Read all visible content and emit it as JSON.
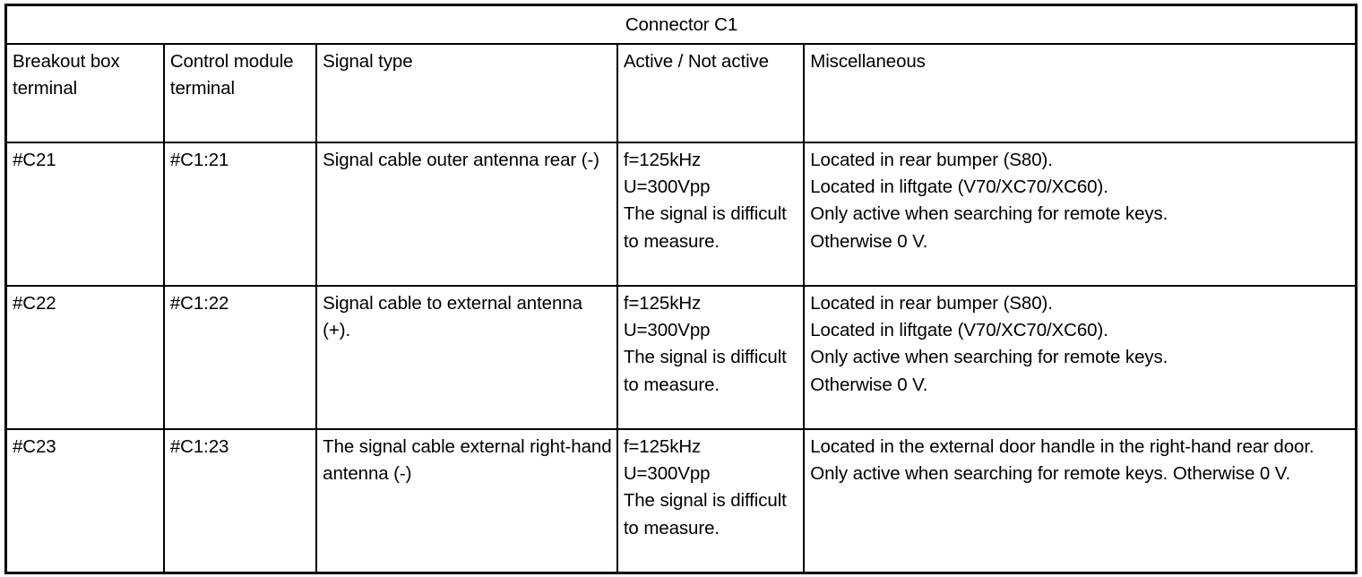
{
  "table": {
    "title": "Connector C1",
    "columns": [
      "Breakout box terminal",
      "Control module terminal",
      "Signal type",
      "Active / Not active",
      "Miscellaneous"
    ],
    "rows": [
      {
        "breakout_box_terminal": "#C21",
        "control_module_terminal": "#C1:21",
        "signal_type": "Signal cable outer antenna rear (-)",
        "active_not_active": "f=125kHz\nU=300Vpp\nThe signal is difficult to measure.",
        "miscellaneous": "Located in rear bumper (S80).\nLocated in liftgate (V70/XC70/XC60).\nOnly active when searching for remote keys.\nOtherwise 0 V."
      },
      {
        "breakout_box_terminal": "#C22",
        "control_module_terminal": "#C1:22",
        "signal_type": "Signal cable to external antenna (+).",
        "active_not_active": "f=125kHz\nU=300Vpp\nThe signal is difficult to measure.",
        "miscellaneous": "Located in rear bumper (S80).\nLocated in liftgate (V70/XC70/XC60).\nOnly active when searching for remote keys.\nOtherwise 0 V."
      },
      {
        "breakout_box_terminal": "#C23",
        "control_module_terminal": "#C1:23",
        "signal_type": "The signal cable external right-hand antenna (-)",
        "active_not_active": "f=125kHz\nU=300Vpp\nThe signal is difficult to measure.",
        "miscellaneous": "Located in the external door handle in the right-hand rear door. Only active when searching for remote keys. Otherwise 0 V."
      }
    ]
  },
  "colors": {
    "border": "#000000",
    "text": "#000000",
    "background": "#ffffff"
  }
}
